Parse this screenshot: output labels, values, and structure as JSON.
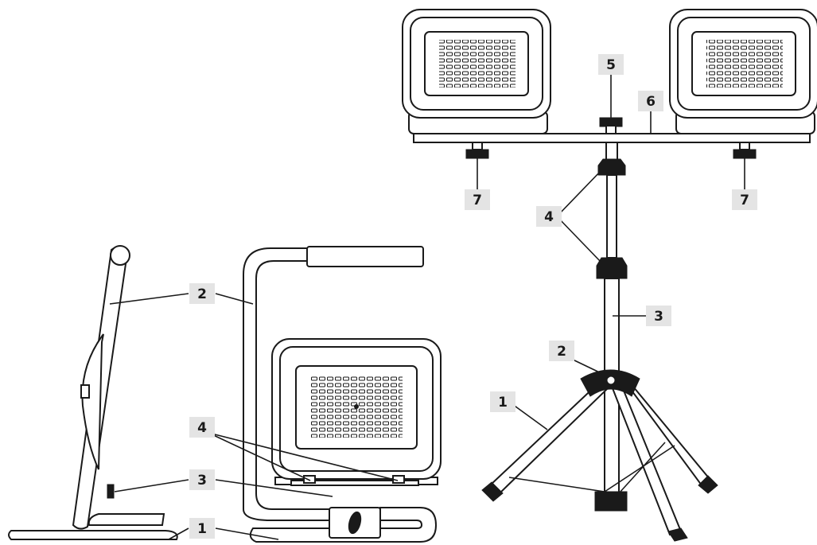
{
  "colors": {
    "line": "#1a1a1a",
    "label_bg": "#e4e4e4",
    "background": "#ffffff"
  },
  "figures": {
    "portable_stand": {
      "labels": {
        "l1": "1",
        "l2": "2",
        "l3": "3",
        "l4": "4"
      }
    },
    "tripod_stand": {
      "labels": {
        "l1": "1",
        "l2": "2",
        "l3": "3",
        "l4": "4",
        "l5": "5",
        "l6": "6",
        "l7a": "7",
        "l7b": "7"
      }
    }
  }
}
